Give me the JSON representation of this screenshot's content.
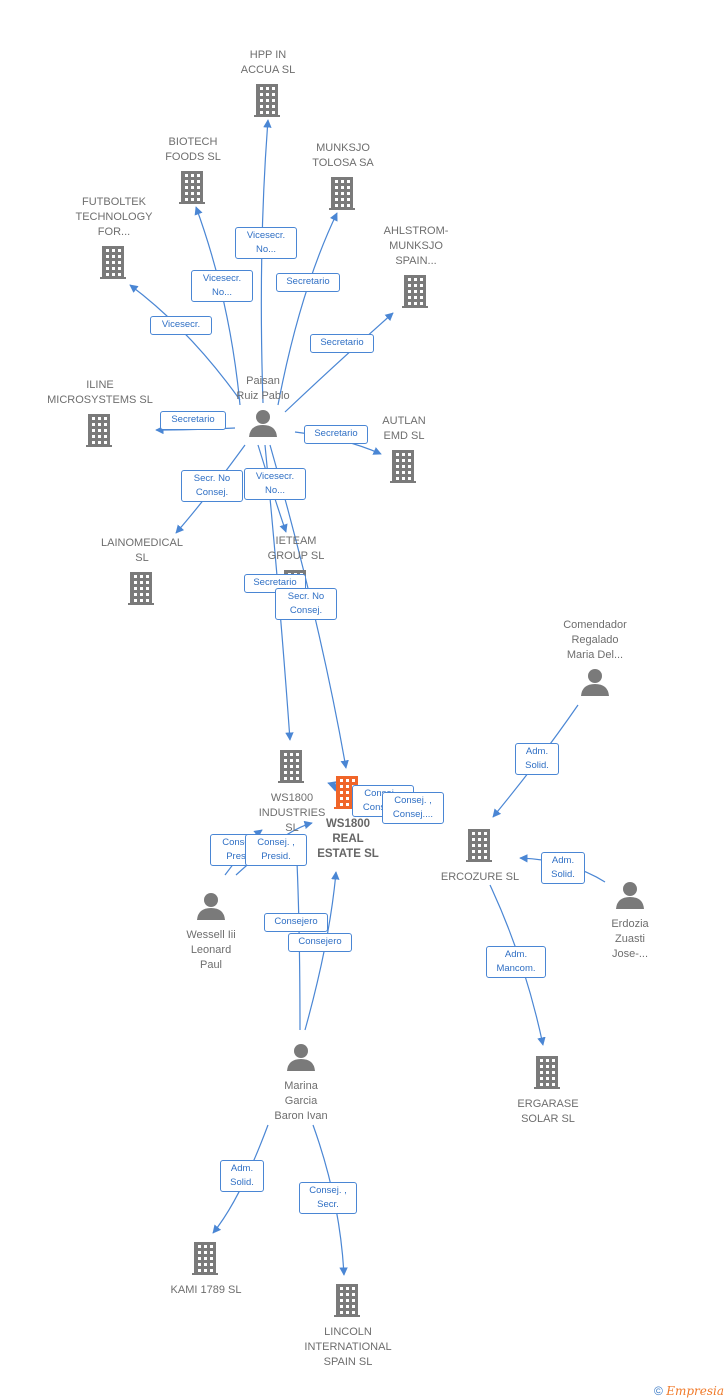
{
  "colors": {
    "edge": "#4a86d4",
    "node": "#7a7a7a",
    "focus": "#f06529",
    "text": "#6e6e6e"
  },
  "nodes": [
    {
      "id": "hpp",
      "type": "company",
      "label": "HPP IN\nACCUA  SL",
      "icon": "building-icon"
    },
    {
      "id": "biotech",
      "type": "company",
      "label": "BIOTECH\nFOODS  SL",
      "icon": "building-icon"
    },
    {
      "id": "munksjo_tolosa",
      "type": "company",
      "label": "MUNKSJO\nTOLOSA SA",
      "icon": "building-icon"
    },
    {
      "id": "futboltek",
      "type": "company",
      "label": "FUTBOLTEK\nTECHNOLOGY\nFOR...",
      "icon": "building-icon"
    },
    {
      "id": "ahlstrom",
      "type": "company",
      "label": "AHLSTROM-\nMUNKSJO\nSPAIN...",
      "icon": "building-icon"
    },
    {
      "id": "paisan",
      "type": "person",
      "label": "Paisan\nRuiz Pablo",
      "icon": "person-icon"
    },
    {
      "id": "iline",
      "type": "company",
      "label": "ILINE\nMICROSYSTEMS SL",
      "icon": "building-icon"
    },
    {
      "id": "autlan",
      "type": "company",
      "label": "AUTLAN\nEMD  SL",
      "icon": "building-icon"
    },
    {
      "id": "lainomedical",
      "type": "company",
      "label": "LAINOMEDICAL\nSL",
      "icon": "building-icon"
    },
    {
      "id": "ieteam",
      "type": "company",
      "label": "IETEAM\nGROUP  SL",
      "icon": "building-icon"
    },
    {
      "id": "comendador",
      "type": "person",
      "label": "Comendador\nRegalado\nMaria Del...",
      "icon": "person-icon"
    },
    {
      "id": "ws1800_ind",
      "type": "company",
      "label": "WS1800\nINDUSTRIES\nSL",
      "icon": "building-icon"
    },
    {
      "id": "ws1800_re",
      "type": "focus",
      "label": "WS1800\nREAL\nESTATE  SL",
      "icon": "building-icon"
    },
    {
      "id": "ercozure",
      "type": "company",
      "label": "ERCOZURE SL",
      "icon": "building-icon"
    },
    {
      "id": "wessell",
      "type": "person",
      "label": "Wessell Iii\nLeonard\nPaul",
      "icon": "person-icon"
    },
    {
      "id": "erdozia",
      "type": "person",
      "label": "Erdozia\nZuasti\nJose-...",
      "icon": "person-icon"
    },
    {
      "id": "marina",
      "type": "person",
      "label": "Marina\nGarcia\nBaron Ivan",
      "icon": "person-icon"
    },
    {
      "id": "ergarase",
      "type": "company",
      "label": "ERGARASE\nSOLAR SL",
      "icon": "building-icon"
    },
    {
      "id": "kami",
      "type": "company",
      "label": "KAMI 1789  SL",
      "icon": "building-icon"
    },
    {
      "id": "lincoln",
      "type": "company",
      "label": "LINCOLN\nINTERNATIONAL\nSPAIN SL",
      "icon": "building-icon"
    }
  ],
  "edges": [
    {
      "from": "paisan",
      "to": "hpp",
      "label": "Vicesecr.\nNo..."
    },
    {
      "from": "paisan",
      "to": "biotech",
      "label": "Vicesecr.\nNo..."
    },
    {
      "from": "paisan",
      "to": "munksjo_tolosa",
      "label": "Secretario"
    },
    {
      "from": "paisan",
      "to": "futboltek",
      "label": "Vicesecr."
    },
    {
      "from": "paisan",
      "to": "ahlstrom",
      "label": "Secretario"
    },
    {
      "from": "paisan",
      "to": "iline",
      "label": "Secretario"
    },
    {
      "from": "paisan",
      "to": "autlan",
      "label": "Secretario"
    },
    {
      "from": "paisan",
      "to": "lainomedical",
      "label": "Secr.  No\nConsej."
    },
    {
      "from": "paisan",
      "to": "ieteam",
      "label": "Vicesecr.\nNo..."
    },
    {
      "from": "paisan",
      "to": "ws1800_ind",
      "label": "Secretario"
    },
    {
      "from": "paisan",
      "to": "ws1800_re",
      "label": "Secr.  No\nConsej."
    },
    {
      "from": "ws1800_re",
      "to": "ws1800_ind",
      "label": "Consej. ,\nConsej...."
    },
    {
      "from": "ws1800_re",
      "to": "ws1800_ind",
      "label": "Consej. ,\nConsej...."
    },
    {
      "from": "wessell",
      "to": "ws1800_ind",
      "label": "Consej. ,\nPresid."
    },
    {
      "from": "wessell",
      "to": "ws1800_ind",
      "label": "Consej. ,\nPresid."
    },
    {
      "from": "marina",
      "to": "ws1800_ind",
      "label": "Consejero"
    },
    {
      "from": "marina",
      "to": "ws1800_re",
      "label": "Consejero"
    },
    {
      "from": "comendador",
      "to": "ercozure",
      "label": "Adm.\nSolid."
    },
    {
      "from": "erdozia",
      "to": "ercozure",
      "label": "Adm.\nSolid."
    },
    {
      "from": "ercozure",
      "to": "ergarase",
      "label": "Adm.\nMancom."
    },
    {
      "from": "marina",
      "to": "kami",
      "label": "Adm.\nSolid."
    },
    {
      "from": "marina",
      "to": "lincoln",
      "label": "Consej. ,\nSecr."
    }
  ],
  "footer": {
    "copyright": "©",
    "brand": "Empresia"
  }
}
